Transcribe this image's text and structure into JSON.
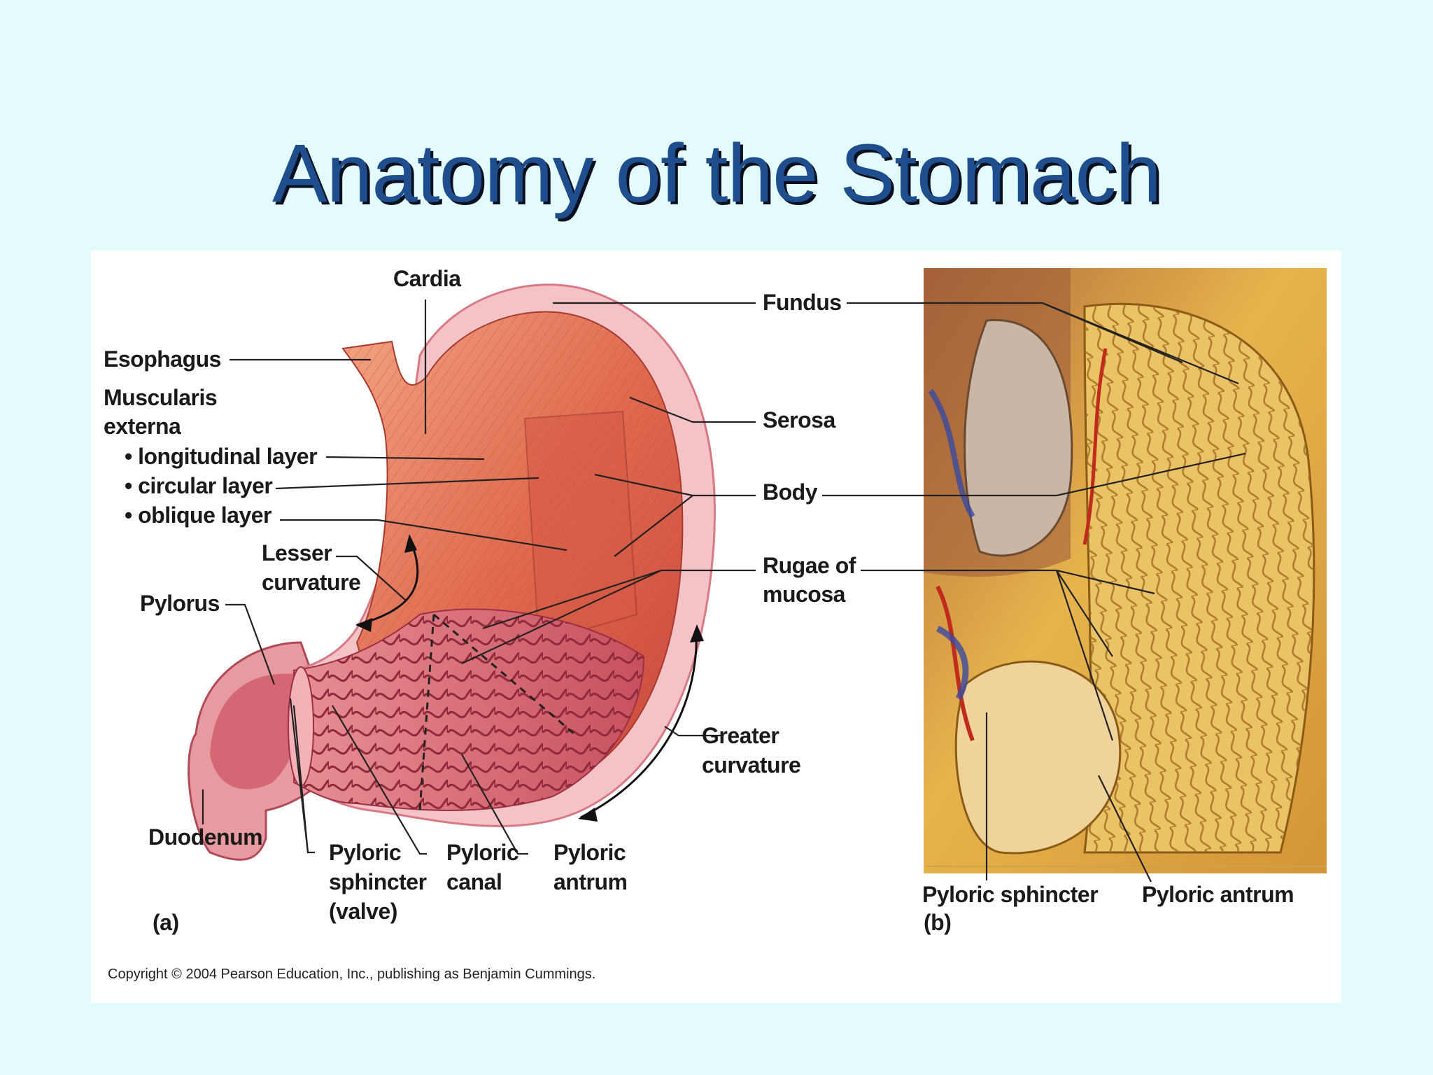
{
  "slide": {
    "title": "Anatomy of the Stomach"
  },
  "figure": {
    "copyright": "Copyright © 2004 Pearson Education, Inc., publishing as Benjamin Cummings.",
    "panel_a": {
      "tag": "(a)",
      "labels": {
        "cardia": "Cardia",
        "esophagus": "Esophagus",
        "muscularis_1": "Muscularis",
        "muscularis_2": "externa",
        "longitudinal": "• longitudinal layer",
        "circular": "• circular layer",
        "oblique": "• oblique layer",
        "lesser_1": "Lesser",
        "lesser_2": "curvature",
        "pylorus": "Pylorus",
        "duodenum": "Duodenum",
        "sphincter_1": "Pyloric",
        "sphincter_2": "sphincter",
        "sphincter_3": "(valve)",
        "canal_1": "Pyloric",
        "canal_2": "canal",
        "antrum_1": "Pyloric",
        "antrum_2": "antrum",
        "fundus": "Fundus",
        "serosa": "Serosa",
        "body": "Body",
        "rugae_1": "Rugae of",
        "rugae_2": "mucosa",
        "greater_1": "Greater",
        "greater_2": "curvature"
      }
    },
    "panel_b": {
      "tag": "(b)",
      "labels": {
        "pyloric_sphincter": "Pyloric sphincter",
        "pyloric_antrum": "Pyloric antrum"
      }
    }
  }
}
